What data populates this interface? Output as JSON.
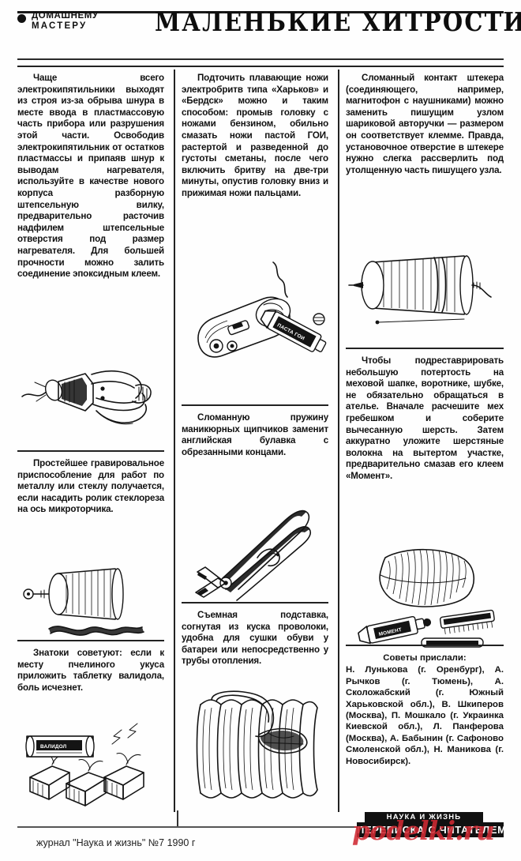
{
  "header": {
    "kicker_line1": "ДОМАШНЕМУ",
    "kicker_line2": "МАСТЕРУ",
    "title": "МАЛЕНЬКИЕ ХИТРОСТИ"
  },
  "columns": {
    "col1": [
      {
        "id": "tip-kettle-element",
        "text": "Чаще всего электрокипятильники выходят из строя из-за обрыва шнура в месте ввода в пластмассовую часть прибора или разрушения этой части. Освободив электрокипятильник от остатков пластмассы и припаяв шнур к выводам нагревателя, используйте в качестве нового корпуса разборную штепсельную вилку, предварительно расточив надфилем штепсельные отверстия под размер нагревателя. Для большей прочности можно залить соединение эпоксидным клеем."
      },
      {
        "id": "tip-engraver",
        "text": "Простейшее гравировальное приспособление для работ по металлу или стеклу получается, если насадить ролик стеклореза на ось микроторчика."
      },
      {
        "id": "tip-bee-sting",
        "text": "Знатоки советуют: если к месту пчелиного укуса приложить таблетку валидола, боль исчезнет."
      }
    ],
    "col2": [
      {
        "id": "tip-shaver-blades",
        "text": "Подточить плавающие ножи электробритв типа «Харьков» и «Бердск» можно и таким способом: промыв головку с ножами бензином, обильно смазать ножи пастой ГОИ, растертой и разведенной до густоты сметаны, после чего включить бритву на две-три минуты, опустив головку вниз и прижимая ножи пальцами."
      },
      {
        "id": "tip-manicure-spring",
        "text": "Сломанную пружину маникюрных щипчиков заменит английская булавка с обрезанными концами."
      },
      {
        "id": "tip-shoe-dryer",
        "text": "Съемная подставка, согнутая из куска проволоки, удобна для сушки обуви у батареи или непосредственно у трубы отопления."
      }
    ],
    "col3": [
      {
        "id": "tip-plug-contact",
        "text": "Сломанный контакт штекера (соединяющего, например, магнитофон с наушниками) можно заменить пишущим узлом шариковой авторучки — размером он соответствует клемме. Правда, установочное отверстие в штекере нужно слегка рассверлить под утолщенную часть пишущего узла."
      },
      {
        "id": "tip-fur-repair",
        "text": "Чтобы подреставрировать небольшую потертость на меховой шапке, воротнике, шубке, не обязательно обращаться в ателье. Вначале расчешите мех гребешком и соберите вычесанную шерсть. Затем аккуратно уложите шерстяные волокна на вытертом участке, предварительно смазав его клеем «Момент»."
      }
    ]
  },
  "credits": {
    "lead": "Советы прислали:",
    "text": "Н. Лунькова (г. Оренбург), А. Рычков (г. Тюмень), А. Сколожабский (г. Южный Харьковской обл.), В. Шкиперов (Москва), П. Мошкало (г. Украинка Киевской обл.), Л. Панферова (Москва), А. Бабынин (г. Сафоново Смоленской обл.), Н. Маникова (г. Новосибирск)."
  },
  "illustration_labels": {
    "goi_paste_tube": "ПАСТА ГОИ",
    "validol_tube": "ВАЛИДОЛ",
    "moment_glue_tube": "МОМЕНТ"
  },
  "footer": {
    "caption": "журнал \"Наука и жизнь\" №7 1990 г",
    "logo_top": "НАУКА И ЖИЗНЬ",
    "logo_bottom": "ПЕРЕПИСКА С ЧИТАТЕЛЕМ",
    "watermark": "podelki.ru"
  },
  "colors": {
    "ink": "#141414",
    "watermark_red": "#d02a33",
    "paper": "#fefefe"
  }
}
